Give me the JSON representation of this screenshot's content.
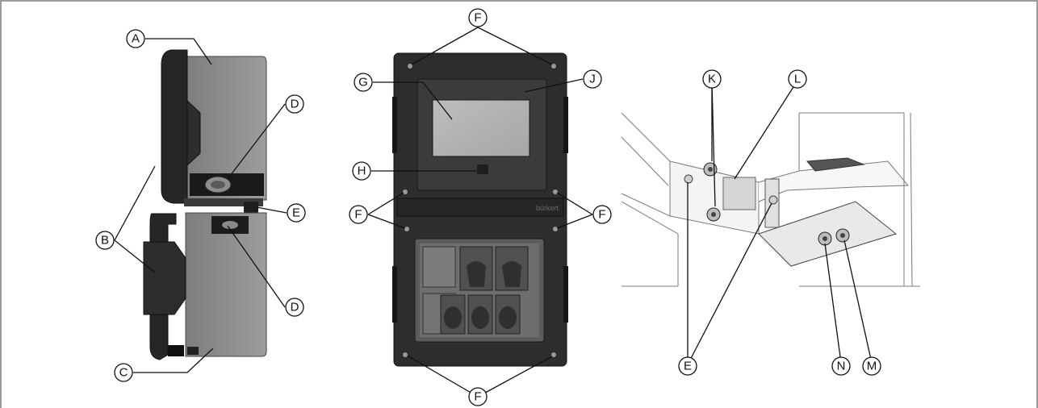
{
  "figure": {
    "panels": [
      {
        "name": "side-view"
      },
      {
        "name": "front-view"
      },
      {
        "name": "connector-detail-view"
      }
    ],
    "brand_text": "bürkert",
    "callouts": [
      {
        "id": "A",
        "label": "A"
      },
      {
        "id": "B",
        "label": "B"
      },
      {
        "id": "C",
        "label": "C"
      },
      {
        "id": "D1",
        "label": "D"
      },
      {
        "id": "D2",
        "label": "D"
      },
      {
        "id": "E1",
        "label": "E"
      },
      {
        "id": "F1",
        "label": "F"
      },
      {
        "id": "G",
        "label": "G"
      },
      {
        "id": "J",
        "label": "J"
      },
      {
        "id": "H",
        "label": "H"
      },
      {
        "id": "F2",
        "label": "F"
      },
      {
        "id": "F3",
        "label": "F"
      },
      {
        "id": "F4",
        "label": "F"
      },
      {
        "id": "K",
        "label": "K"
      },
      {
        "id": "L",
        "label": "L"
      },
      {
        "id": "E2",
        "label": "E"
      },
      {
        "id": "N",
        "label": "N"
      },
      {
        "id": "M",
        "label": "M"
      }
    ]
  }
}
